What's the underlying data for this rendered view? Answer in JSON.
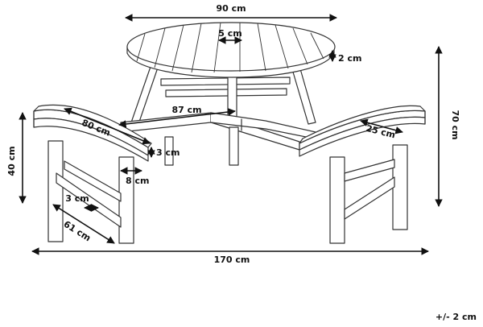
{
  "dimensions": {
    "table_diameter": "90 cm",
    "plank_width": "5 cm",
    "plank_gap": "2 cm",
    "frame_span": "87 cm",
    "bench_length": "80 cm",
    "bench_depth": "25 cm",
    "bench_thickness": "3 cm",
    "leg_width": "8 cm",
    "seat_height": "40 cm",
    "total_height": "70 cm",
    "leg_thickness": "3 cm",
    "bench_base": "61 cm",
    "total_width": "170 cm"
  },
  "tolerance": "+/- 2 cm"
}
